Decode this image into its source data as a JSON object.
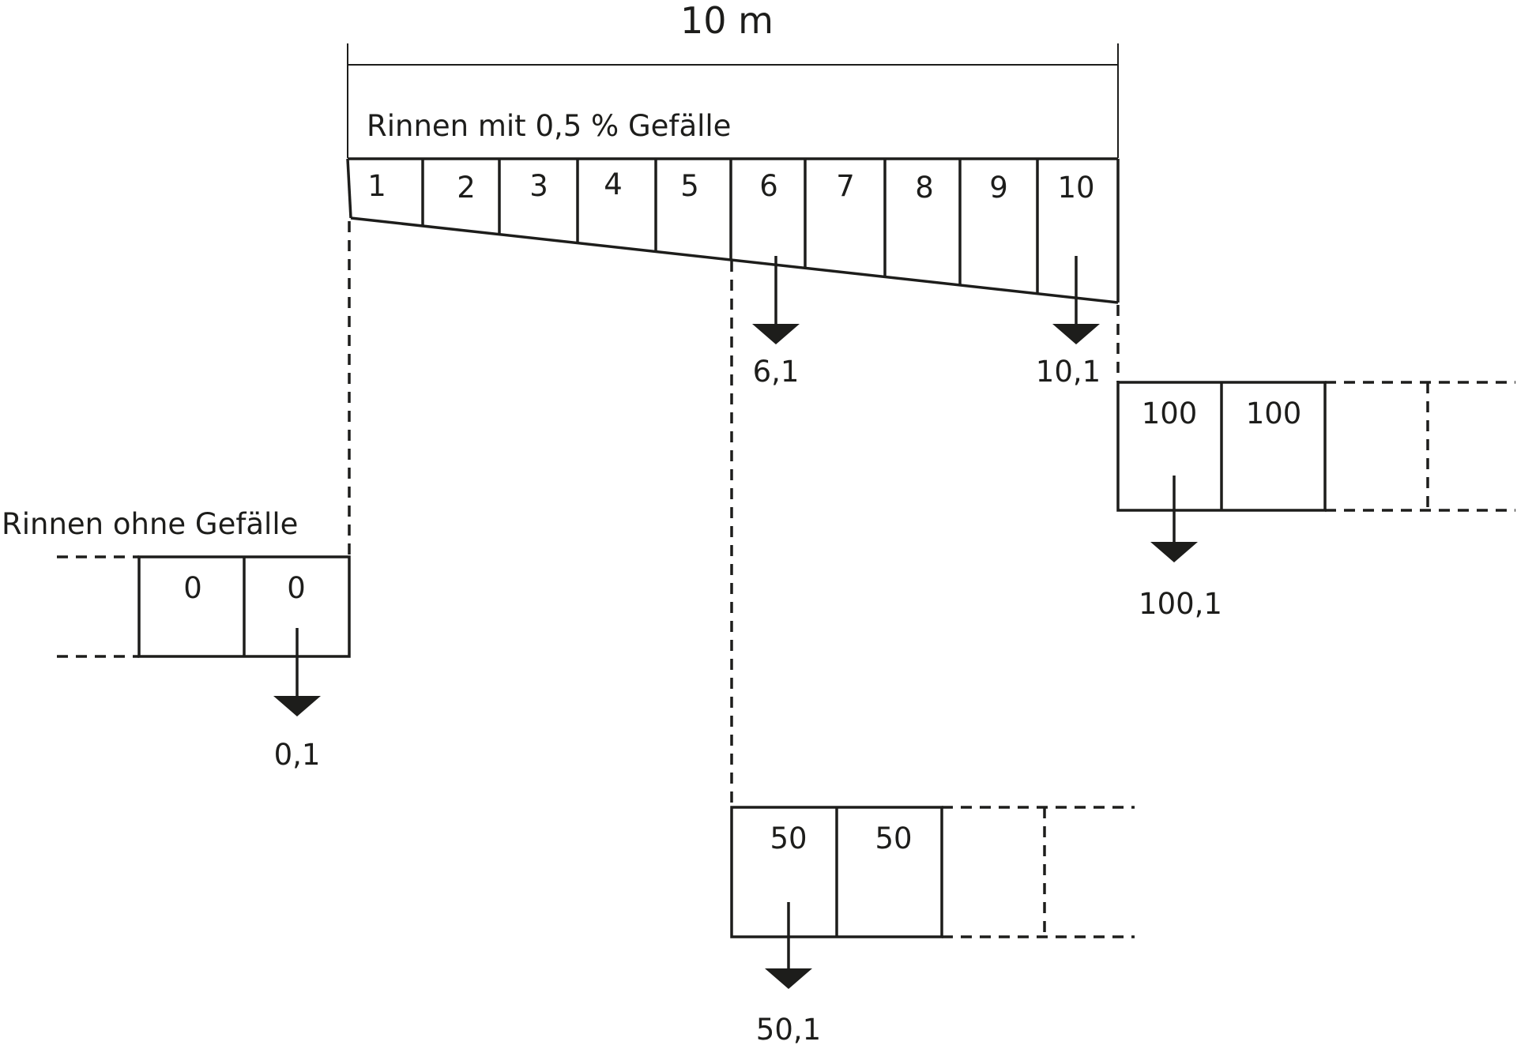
{
  "dimension": {
    "label": "10 m"
  },
  "sloped_channel": {
    "title": "Rinnen mit 0,5 % Gefälle",
    "segments": [
      "1",
      "2",
      "3",
      "4",
      "5",
      "6",
      "7",
      "8",
      "9",
      "10"
    ],
    "outlets": [
      {
        "value": "6,1"
      },
      {
        "value": "10,1"
      }
    ]
  },
  "flat_channel": {
    "title": "Rinnen ohne Gefälle",
    "cells": [
      "0",
      "0"
    ],
    "outlet": "0,1"
  },
  "channel_50": {
    "cells": [
      "50",
      "50"
    ],
    "outlet": "50,1"
  },
  "channel_100": {
    "cells": [
      "100",
      "100"
    ],
    "outlet": "100,1"
  }
}
